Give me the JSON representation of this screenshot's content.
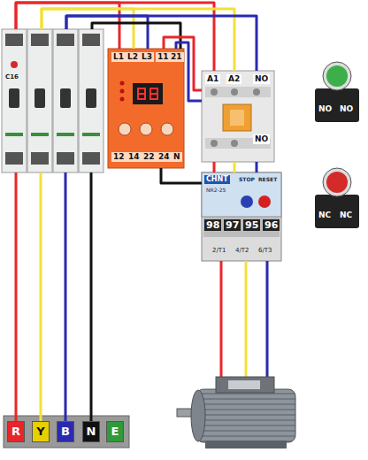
{
  "diagram": {
    "nodes": [
      {
        "text": [
          "R"
        ]
      },
      {
        "text": [
          "Y"
        ]
      },
      {
        "text": [
          "B"
        ]
      },
      {
        "text": [
          "N"
        ]
      },
      {
        "text": [
          "E"
        ]
      },
      {
        "text": [
          "C16"
        ]
      },
      {
        "text": [
          "L1",
          "L2",
          "L3",
          "11",
          "21",
          "12",
          "14",
          "22",
          "24",
          "N"
        ]
      },
      {
        "text": [
          "A1",
          "A2",
          "NO",
          "NO"
        ]
      },
      {
        "text": [
          "CHNT",
          "NR2-25",
          "STOP",
          "RESET",
          "98",
          "97",
          "95",
          "96",
          "2/T1",
          "4/T2",
          "6/T3"
        ]
      },
      {
        "text": [
          "NO",
          "NO"
        ]
      },
      {
        "text": [
          "NC",
          "NC"
        ]
      }
    ],
    "edges": [
      {
        "from": 0,
        "to": 5,
        "arrow": "none"
      },
      {
        "from": 1,
        "to": 5,
        "arrow": "none"
      },
      {
        "from": 2,
        "to": 5,
        "arrow": "none"
      },
      {
        "from": 3,
        "to": 5,
        "arrow": "none"
      },
      {
        "from": 5,
        "to": 6,
        "arrow": "none"
      },
      {
        "from": 5,
        "to": 7,
        "arrow": "none"
      },
      {
        "from": 6,
        "to": 7,
        "arrow": "none"
      },
      {
        "from": 7,
        "to": 8,
        "arrow": "none"
      },
      {
        "from": 6,
        "to": 8,
        "arrow": "none"
      }
    ]
  }
}
